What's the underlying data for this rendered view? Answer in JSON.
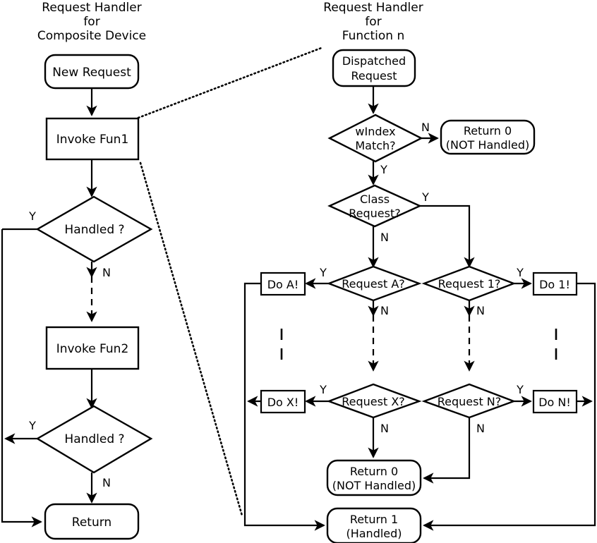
{
  "diagram": {
    "title_left": [
      "Request Handler",
      "for",
      "Composite Device"
    ],
    "title_right": [
      "Request Handler",
      "for",
      "Function n"
    ],
    "colors": {
      "stroke": "#000000",
      "fill": "#ffffff",
      "background": "#ffffff"
    }
  },
  "left_flow": {
    "nodes": {
      "new_request": "New Request",
      "invoke_fun1": "Invoke Fun1",
      "handled_1": "Handled ?",
      "invoke_fun2": "Invoke Fun2",
      "handled_2": "Handled ?",
      "return": "Return"
    },
    "labels": {
      "handled1_yes": "Y",
      "handled1_no": "N",
      "handled2_yes": "Y",
      "handled2_no": "N"
    }
  },
  "right_flow": {
    "nodes": {
      "dispatched_request": [
        "Dispatched",
        "Request"
      ],
      "windex_match": [
        "wIndex",
        "Match?"
      ],
      "return0_top": [
        "Return 0",
        "(NOT Handled)"
      ],
      "class_request": [
        "Class",
        "Request?"
      ],
      "request_a": "Request A?",
      "request_1": "Request 1?",
      "request_x": "Request X?",
      "request_n": "Request N?",
      "do_a": "Do A!",
      "do_1": "Do 1!",
      "do_x": "Do X!",
      "do_n": "Do N!",
      "return0_bottom": [
        "Return 0",
        "(NOT Handled)"
      ],
      "return1": [
        "Return 1",
        "(Handled)"
      ]
    },
    "labels": {
      "windex_no": "N",
      "windex_yes": "Y",
      "class_yes": "Y",
      "class_no": "N",
      "request_a_yes": "Y",
      "request_a_no": "N",
      "request_1_yes": "Y",
      "request_1_no": "N",
      "request_x_yes": "Y",
      "request_x_no": "N",
      "request_n_yes": "Y",
      "request_n_no": "N"
    }
  }
}
